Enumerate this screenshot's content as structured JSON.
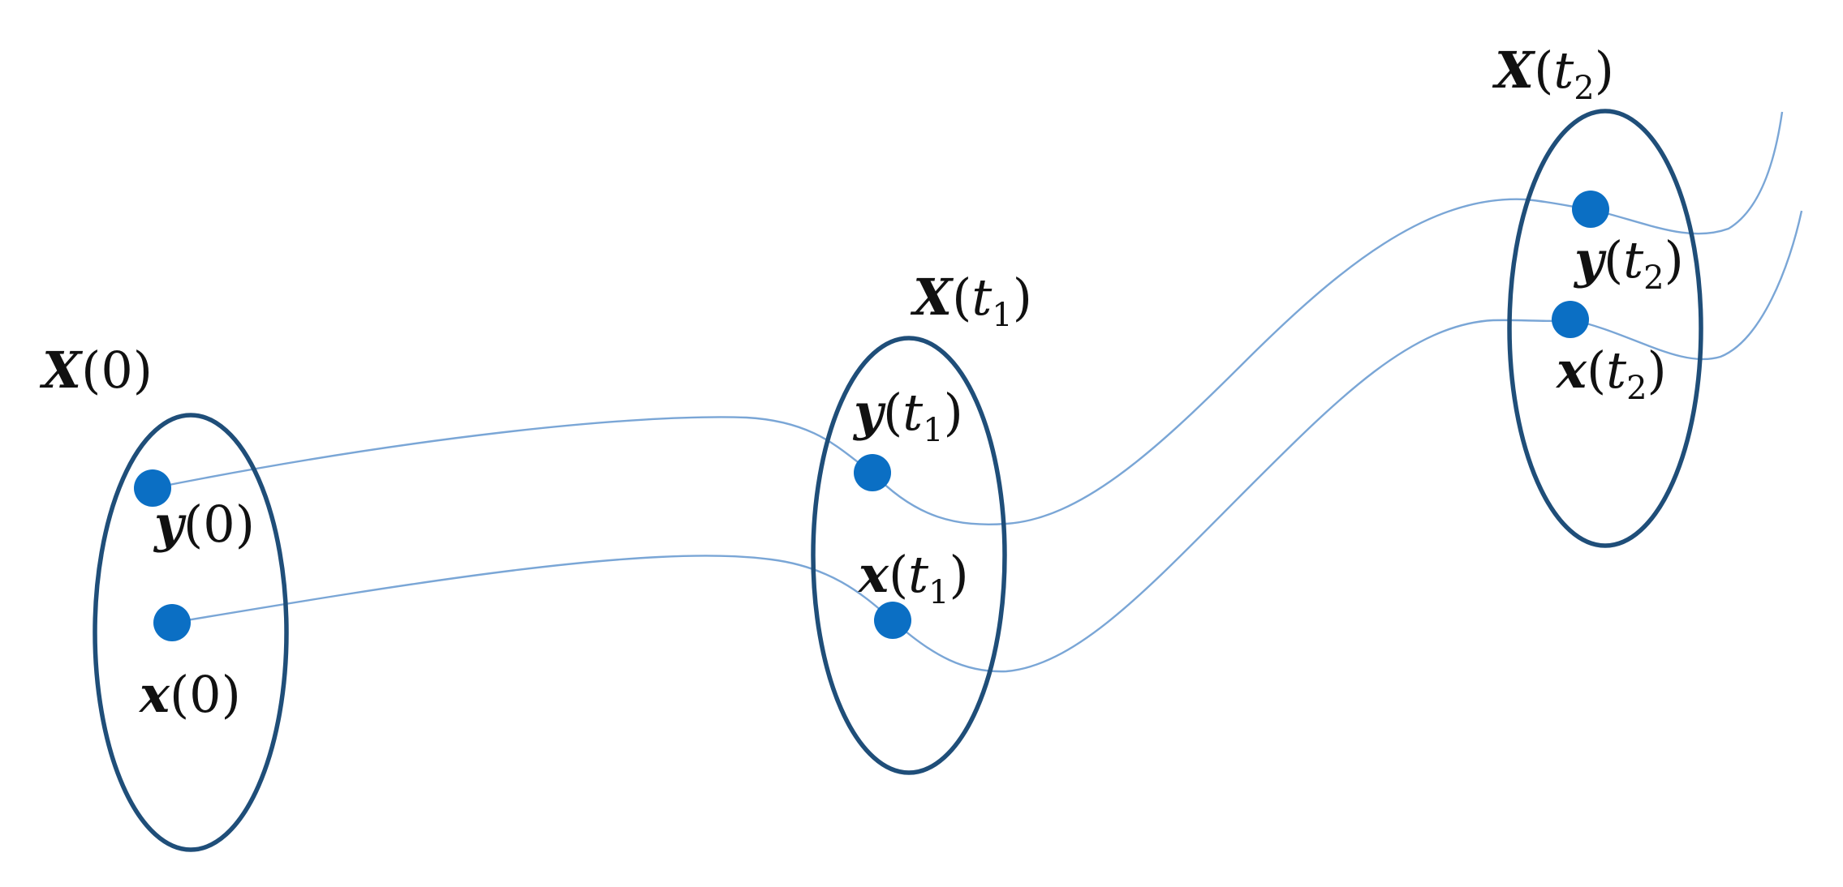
{
  "sets": [
    {
      "id": "X0",
      "symbol": "X",
      "arg": "0",
      "sub": ""
    },
    {
      "id": "Xt1",
      "symbol": "X",
      "arg": "t",
      "sub": "1"
    },
    {
      "id": "Xt2",
      "symbol": "X",
      "arg": "t",
      "sub": "2"
    }
  ],
  "points": [
    {
      "id": "y0",
      "symbol": "y",
      "arg": "0",
      "sub": ""
    },
    {
      "id": "x0",
      "symbol": "x",
      "arg": "0",
      "sub": ""
    },
    {
      "id": "yt1",
      "symbol": "y",
      "arg": "t",
      "sub": "1"
    },
    {
      "id": "xt1",
      "symbol": "x",
      "arg": "t",
      "sub": "1"
    },
    {
      "id": "yt2",
      "symbol": "y",
      "arg": "t",
      "sub": "2"
    },
    {
      "id": "xt2",
      "symbol": "x",
      "arg": "t",
      "sub": "2"
    }
  ],
  "colors": {
    "ellipse": "#1f4e79",
    "trajectory": "#7aa6d6",
    "point": "#0b6fc4"
  }
}
